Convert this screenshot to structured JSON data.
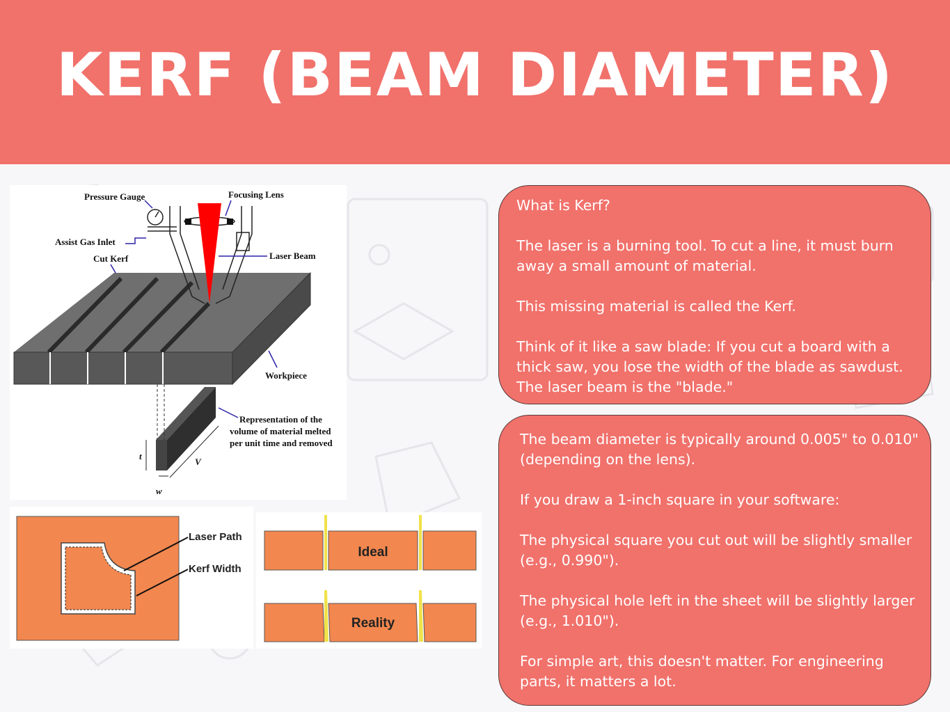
{
  "header": {
    "title": "KERF (BEAM DIAMETER)"
  },
  "diagram_top": {
    "labels": {
      "pressure_gauge": "Pressure Gauge",
      "focusing_lens": "Focusing Lens",
      "assist_gas_inlet": "Assist Gas Inlet",
      "cut_kerf": "Cut Kerf",
      "laser_beam": "Laser Beam",
      "workpiece": "Workpiece",
      "representation": [
        "Representation of the",
        "volume of material melted",
        "per unit time and removed"
      ],
      "t": "t",
      "v": "V",
      "w": "w"
    }
  },
  "diagram_bottom": {
    "labels": {
      "laser_path": "Laser Path",
      "kerf_width": "Kerf Width",
      "ideal": "Ideal",
      "reality": "Reality"
    }
  },
  "colors": {
    "header": "#f1716b",
    "panel": "#f1716b",
    "sheet": "#f2874f",
    "beam": "#f0e24a",
    "laser": "#ff0000"
  },
  "panel1": {
    "paragraphs": [
      "What is Kerf?",
      "The laser is a burning tool. To cut a line, it must burn away a small amount of material.",
      "This missing material is called the Kerf.",
      "Think of it like a saw blade: If you cut a board with a thick saw, you lose the width of the blade as sawdust. The laser beam is the \"blade.\""
    ]
  },
  "panel2": {
    "paragraphs": [
      "The beam diameter is typically around 0.005\" to 0.010\" (depending on the lens).",
      "If you draw a 1-inch square in your software:",
      "The physical square you cut out will be slightly smaller (e.g., 0.990\").",
      "The physical hole left in the sheet will be slightly larger (e.g., 1.010\").",
      "For simple art, this doesn't matter. For engineering parts, it matters a lot."
    ]
  }
}
